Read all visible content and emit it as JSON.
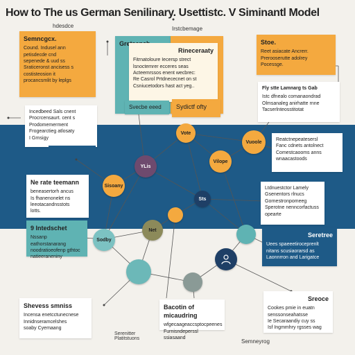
{
  "title": "How to The us German Senilinary. Usettistc. V Siminantl Model",
  "tags": {
    "top_left": "hdesdce",
    "top_center": "Irstcbemage",
    "bottom_center": "Serenitter\nPlatitstuons",
    "bottom_right": "Semneyrog"
  },
  "cards": {
    "top_orange": {
      "heading": "Semncgcx.",
      "body": "Cound. Indusel ann\npetisdecde cnd\nsepenede & uud ss\nSraticeronst ancisess s\ncostisteosion it\nprocancsmlit by leplgs"
    },
    "left_white_1": {
      "heading": "",
      "body": "Incedbeed Sals cnent\nProcrcensaurt. cent s\nProdomemerment\nFrogearctieg atlosaty\nI Grnsigy"
    },
    "center_teal": {
      "heading": "Greteench",
      "body": ""
    },
    "center_paper": {
      "heading": "Rineceraaty",
      "body": "Fitrnatoloure Iecersp strect\nlsnoctemrer ecceres seas\nActeemrssos enent wecbrec:\nRe Casrol Prtdnececnet on st\nCsniucetodors hast act yeg.."
    },
    "teal_tab": {
      "heading": "Svecbe eeed",
      "body": ""
    },
    "orange_tab": {
      "heading": "Sydictf ofty",
      "body": ""
    },
    "right_orange": {
      "heading": "Stoe.",
      "body": "Reet asiacate Ancrerr.\nPrerooserutte adolrey\nPocessge."
    },
    "right_white_1": {
      "heading": "Fly stte Lamnarg ts Gab",
      "body": "Istc dfnealo comanaondrad\nOlmsanaleg anirhatte rnne\nTacserlnteosstitotat"
    },
    "right_white_2": {
      "heading": "",
      "body": "Reatctnepeatesersl\nFanc cdnets antolnect\nComestcaooms anns\nwnaacastoods"
    },
    "mid_left_white": {
      "heading": "Ne rate teemann",
      "body": "beneasertorh ancus\nIs fhanenonelet ns\nleeotacandnsstots\nlotts."
    },
    "right_white_3": {
      "heading": "",
      "body": "Ltdnuestctor Lamely\nGsenentors rlnucs\nGornestronpomeeg\nSperotne nenncorfactuss\nopearte"
    },
    "left_teal": {
      "heading": "9 Intedschet",
      "body": "Nssanp eathorstanarang\nnoodratioeofenp gthtoc\nnatieeraneniny"
    },
    "right_navy": {
      "heading": "Seretree",
      "body": "Uees spaeeetiroceprenlt\nnitans scusiaorarsd as\nLaonnrron and Larigatce"
    },
    "bottom_left_white": {
      "heading": "Shevess smniss",
      "body": "Incensa enetcctunecnese\nInnidnseramcelshes\nsoaby Cyemaang"
    },
    "bottom_center_white": {
      "heading": "Bacotin of micaudring",
      "body": "wfgecaageaccsptocpeenes\nFurnisndeperssl\nssiasaand"
    },
    "bottom_right_white": {
      "heading": "Sreoce",
      "body": "Cookes pmie in euatn\nsenssonseahatsse\nIe Secaraandiy cuy ss\nIsf Ingmmhry rgsses wag"
    }
  },
  "nodes": {
    "n_purple": "YLis",
    "n_orange_top": "Vote",
    "n_orange_right": "Vuoole",
    "n_orange_mid": "Vilope",
    "n_orange_left": "Sisoany",
    "n_navy": "Sts",
    "n_olive": "Net",
    "n_teal_left": "Sodby",
    "n_teal_right": "",
    "n_navy_icon": "",
    "n_teal_bottom": "",
    "n_gray": ""
  },
  "colors": {
    "orange": "#f4a93f",
    "teal": "#5fb3b3",
    "navy": "#1e5a87",
    "purple": "#6e4a6e",
    "olive": "#8c8a5a",
    "background": "#f3f1ec"
  }
}
